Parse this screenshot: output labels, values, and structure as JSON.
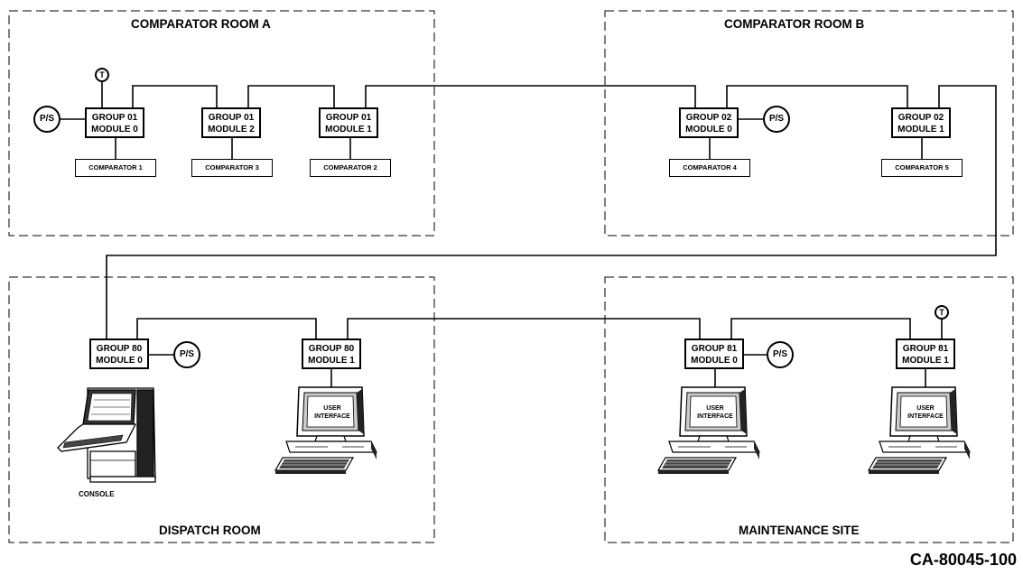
{
  "rooms": {
    "comparator_a": {
      "title": "COMPARATOR ROOM A"
    },
    "comparator_b": {
      "title": "COMPARATOR ROOM B"
    },
    "dispatch": {
      "title": "DISPATCH ROOM"
    },
    "maintenance": {
      "title": "MAINTENANCE SITE"
    }
  },
  "modules": {
    "g01m0": {
      "line1": "GROUP 01",
      "line2": "MODULE 0"
    },
    "g01m2": {
      "line1": "GROUP 01",
      "line2": "MODULE 2"
    },
    "g01m1": {
      "line1": "GROUP 01",
      "line2": "MODULE 1"
    },
    "g02m0": {
      "line1": "GROUP 02",
      "line2": "MODULE 0"
    },
    "g02m1": {
      "line1": "GROUP 02",
      "line2": "MODULE 1"
    },
    "g80m0": {
      "line1": "GROUP 80",
      "line2": "MODULE 0"
    },
    "g80m1": {
      "line1": "GROUP 80",
      "line2": "MODULE 1"
    },
    "g81m0": {
      "line1": "GROUP 81",
      "line2": "MODULE 0"
    },
    "g81m1": {
      "line1": "GROUP 81",
      "line2": "MODULE 1"
    }
  },
  "comparators": {
    "c1": "COMPARATOR 1",
    "c3": "COMPARATOR 3",
    "c2": "COMPARATOR 2",
    "c4": "COMPARATOR 4",
    "c5": "COMPARATOR 5"
  },
  "symbols": {
    "power_supply": "P/S",
    "terminal": "T"
  },
  "workstation": {
    "line1": "USER",
    "line2": "INTERFACE"
  },
  "console_label": "CONSOLE",
  "document_id": "CA-80045-100",
  "colors": {
    "line": "#000000",
    "background": "#ffffff"
  },
  "icons": [
    "console-icon",
    "computer-workstation-icon"
  ]
}
